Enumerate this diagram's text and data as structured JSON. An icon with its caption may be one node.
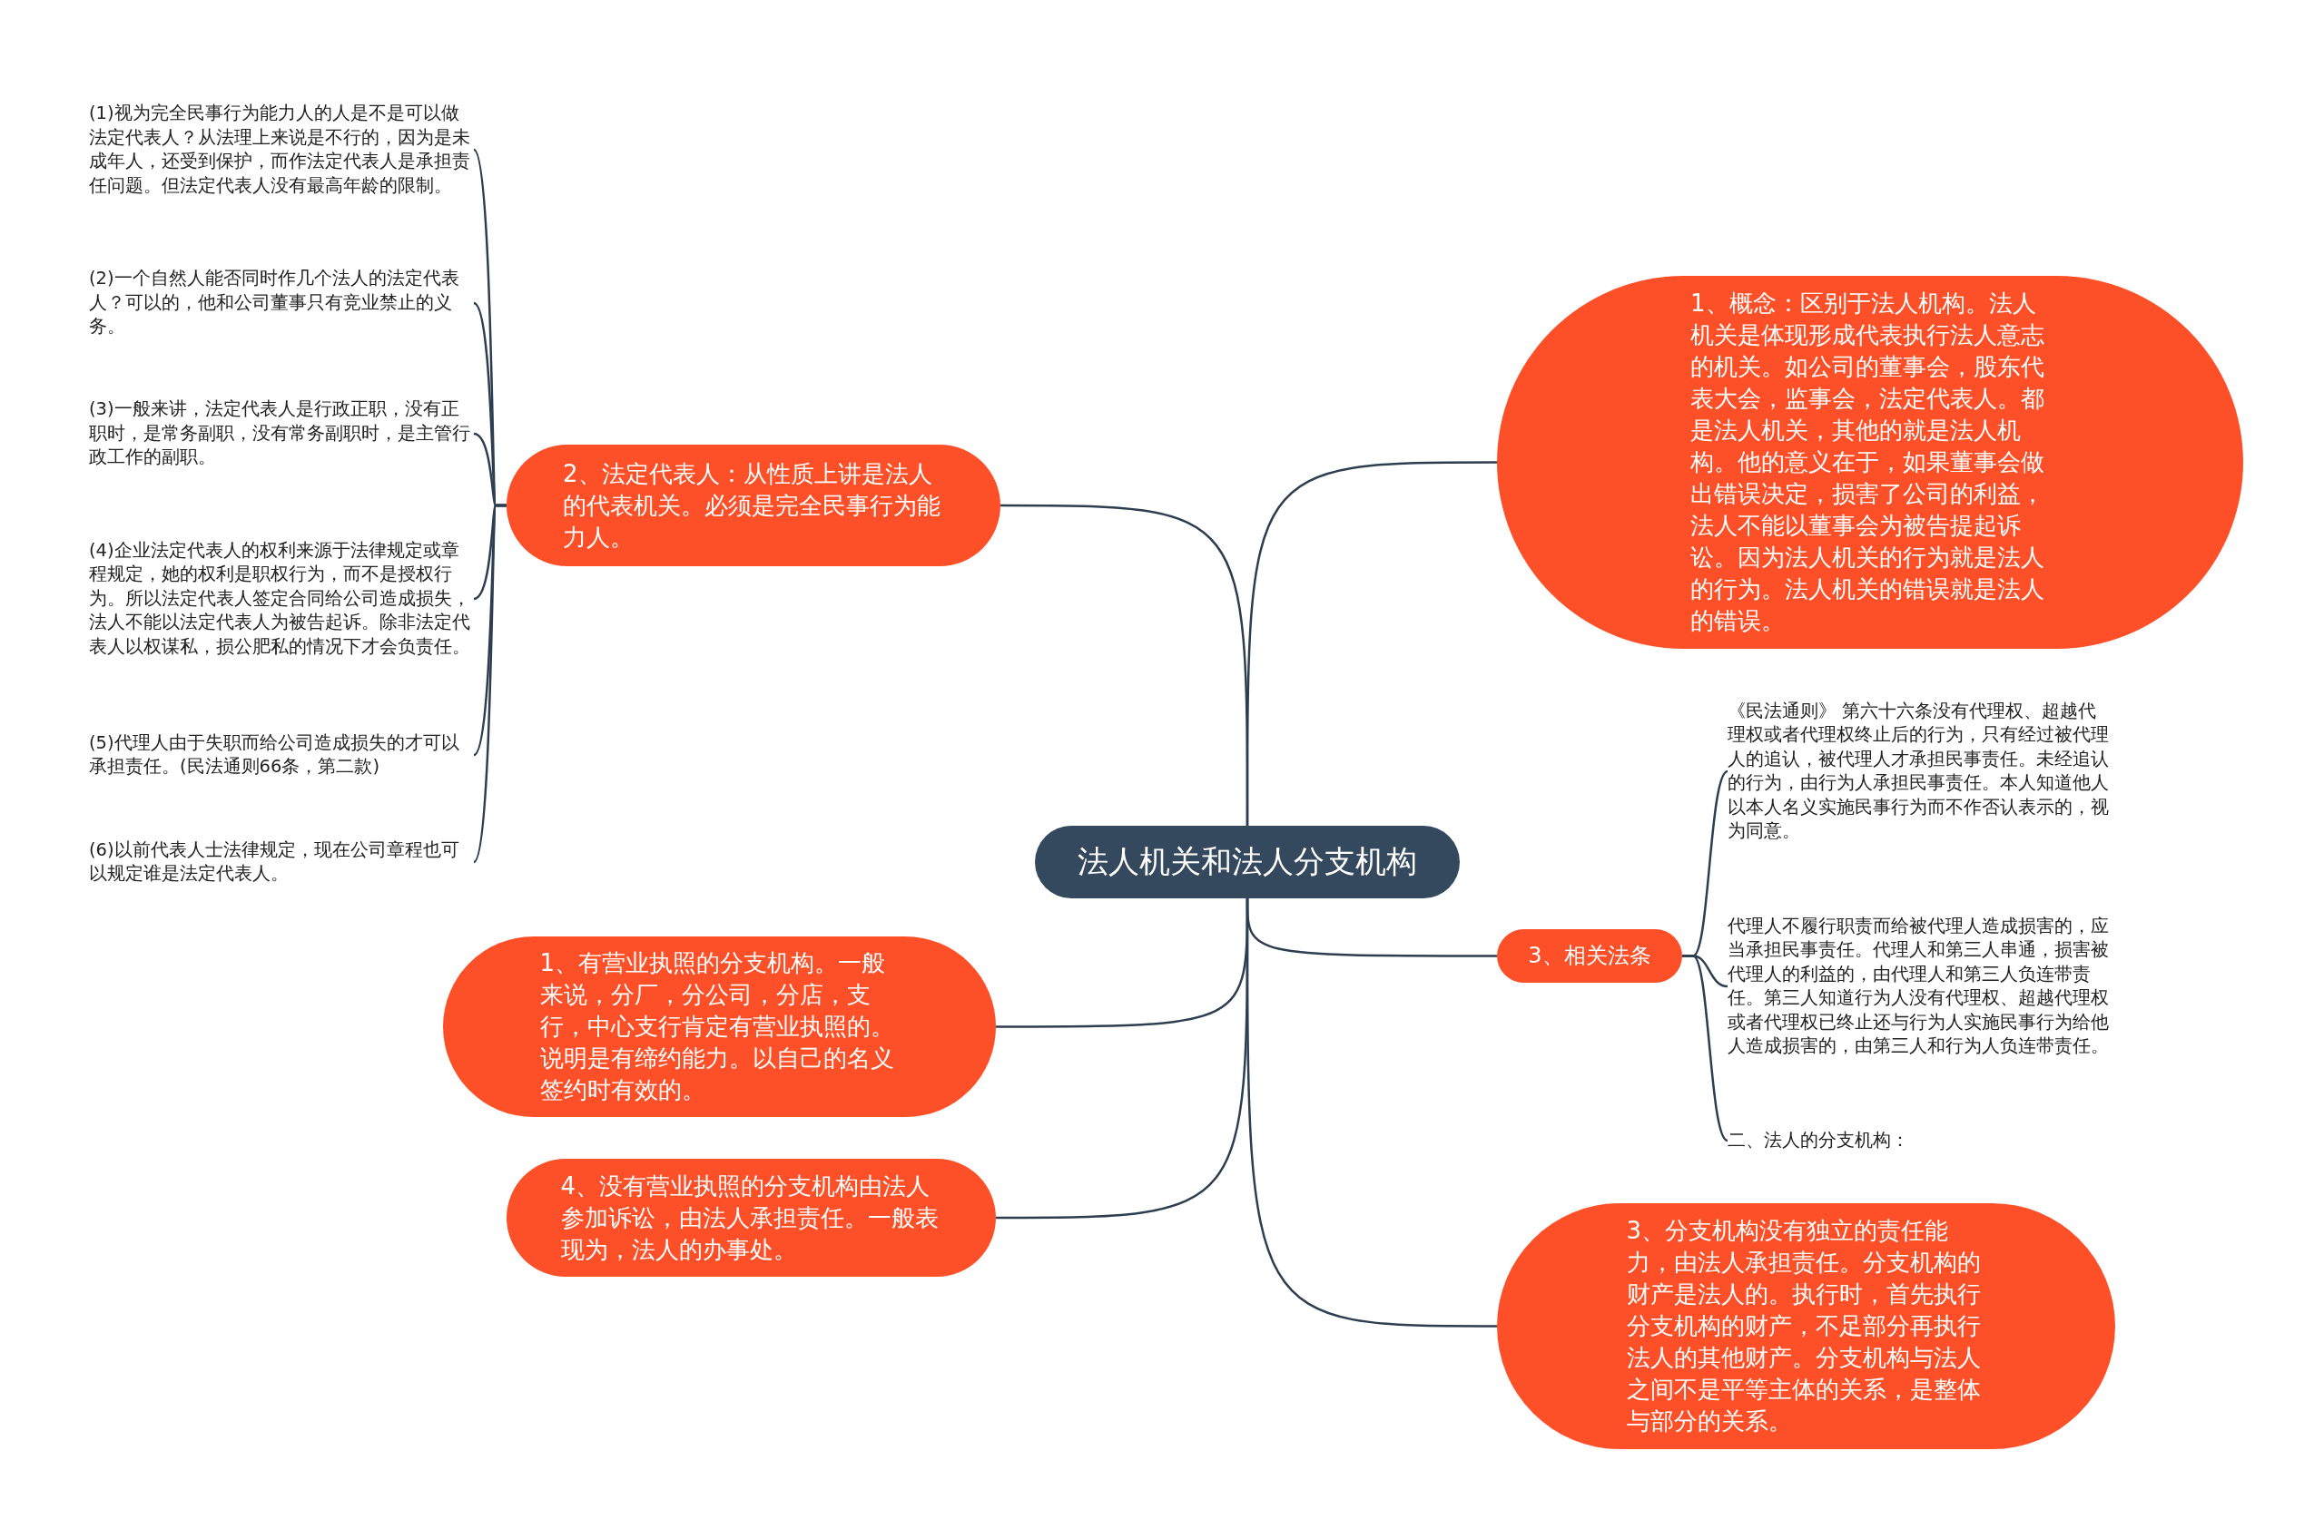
{
  "diagram": {
    "nodes": [
      {
        "text": [
          "法人机关和法人分支机构"
        ]
      },
      {
        "text": [
          "2、法定代表人：从性质上讲是法人的代表机关。必须是完全民事行为能力人。"
        ]
      },
      {
        "text": [
          "(1)视为完全民事行为能力人的人是不是可以做法定代表人？从法理上来说是不行的，因为是未成年人，还受到保护，而作法定代表人是承担责任问题。但法定代表人没有最高年龄的限制。"
        ]
      },
      {
        "text": [
          "(2)一个自然人能否同时作几个法人的法定代表人？可以的，他和公司董事只有竞业禁止的义务。"
        ]
      },
      {
        "text": [
          "(3)一般来讲，法定代表人是行政正职，没有正职时，是常务副职，没有常务副职时，是主管行政工作的副职。"
        ]
      },
      {
        "text": [
          "(4)企业法定代表人的权利来源于法律规定或章程规定，她的权利是职权行为，而不是授权行为。所以法定代表人签定合同给公司造成损失，法人不能以法定代表人为被告起诉。除非法定代表人以权谋私，损公肥私的情况下才会负责任。"
        ]
      },
      {
        "text": [
          "(5)代理人由于失职而给公司造成损失的才可以承担责任。(民法通则66条，第二款)"
        ]
      },
      {
        "text": [
          "(6)以前代表人士法律规定，现在公司章程也可以规定谁是法定代表人。"
        ]
      },
      {
        "text": [
          "1、概念：区别于法人机构。法人机关是体现形成代表执行法人意志的机关。如公司的董事会，股东代表大会，监事会，法定代表人。都是法人机关，其他的就是法人机构。他的意义在于，如果董事会做出错误决定，损害了公司的利益，法人不能以董事会为被告提起诉讼。因为法人机关的行为就是法人的行为。法人机关的错误就是法人的错误。"
        ]
      },
      {
        "text": [
          "3、相关法条"
        ]
      },
      {
        "text": [
          "《民法通则》 第六十六条没有代理权、超越代理权或者代理权终止后的行为，只有经过被代理人的追认，被代理人才承担民事责任。未经追认的行为，由行为人承担民事责任。本人知道他人以本人名义实施民事行为而不作否认表示的，视为同意。"
        ]
      },
      {
        "text": [
          "代理人不履行职责而给被代理人造成损害的，应当承担民事责任。代理人和第三人串通，损害被代理人的利益的，由代理人和第三人负连带责任。第三人知道行为人没有代理权、超越代理权或者代理权已终止还与行为人实施民事行为给他人造成损害的，由第三人和行为人负连带责任。"
        ]
      },
      {
        "text": [
          "二、法人的分支机构："
        ]
      },
      {
        "text": [
          "1、有营业执照的分支机构。一般来说，分厂，分公司，分店，支行，中心支行肯定有营业执照的。说明是有缔约能力。以自己的名义签约时有效的。"
        ]
      },
      {
        "text": [
          "4、没有营业执照的分支机构由法人参加诉讼，由法人承担责任。一般表现为，法人的办事处。"
        ]
      },
      {
        "text": [
          "3、分支机构没有独立的责任能力，由法人承担责任。分支机构的财产是法人的。执行时，首先执行分支机构的财产，不足部分再执行法人的其他财产。分支机构与法人之间不是平等主体的关系，是整体与部分的关系。"
        ]
      }
    ],
    "edges": [
      {
        "from": 0,
        "to": 1,
        "arrow": "none"
      },
      {
        "from": 0,
        "to": 8,
        "arrow": "none"
      },
      {
        "from": 0,
        "to": 9,
        "arrow": "none"
      },
      {
        "from": 0,
        "to": 13,
        "arrow": "none"
      },
      {
        "from": 0,
        "to": 14,
        "arrow": "none"
      },
      {
        "from": 0,
        "to": 15,
        "arrow": "none"
      },
      {
        "from": 1,
        "to": 2,
        "arrow": "none"
      },
      {
        "from": 1,
        "to": 3,
        "arrow": "none"
      },
      {
        "from": 1,
        "to": 4,
        "arrow": "none"
      },
      {
        "from": 1,
        "to": 5,
        "arrow": "none"
      },
      {
        "from": 1,
        "to": 6,
        "arrow": "none"
      },
      {
        "from": 1,
        "to": 7,
        "arrow": "none"
      },
      {
        "from": 9,
        "to": 10,
        "arrow": "none"
      },
      {
        "from": 9,
        "to": 11,
        "arrow": "none"
      },
      {
        "from": 9,
        "to": 12,
        "arrow": "none"
      }
    ]
  }
}
